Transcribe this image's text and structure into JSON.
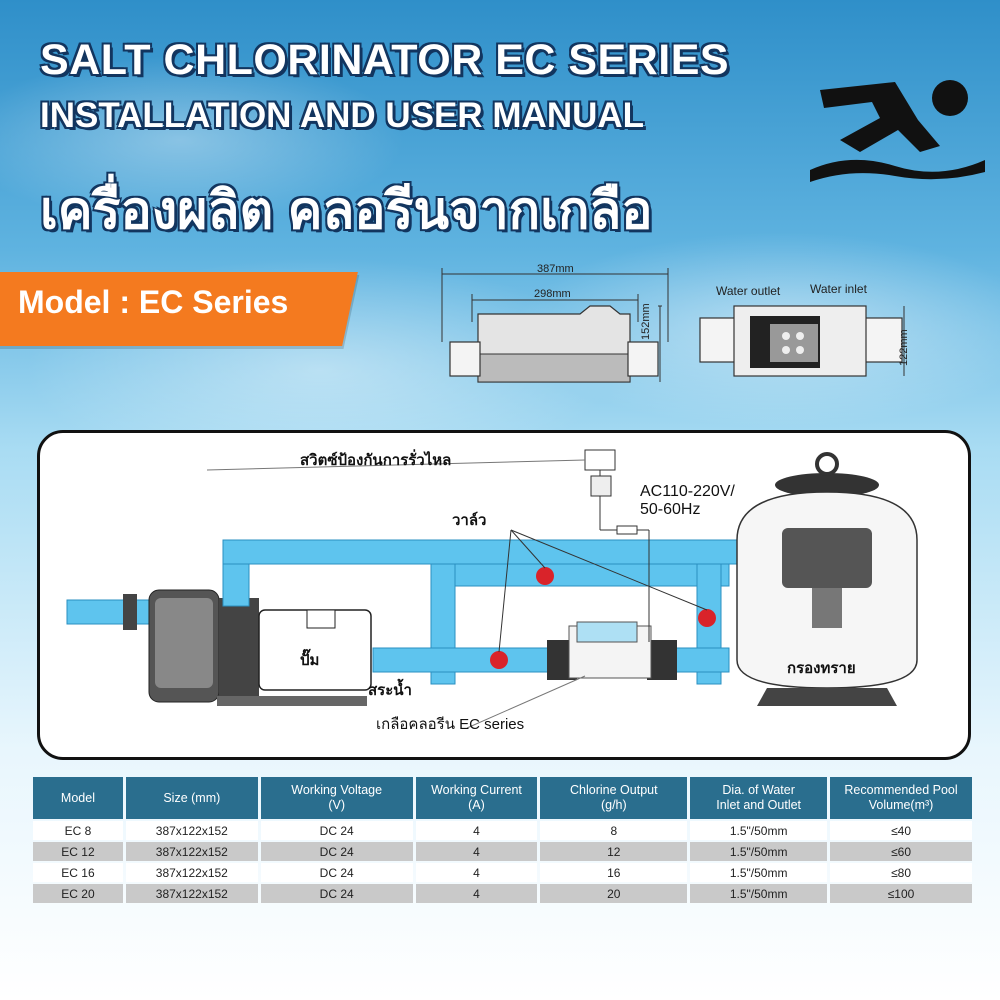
{
  "header": {
    "title": "SALT CHLORINATOR EC SERIES",
    "subtitle": "INSTALLATION AND USER MANUAL",
    "thai_title": "เครื่องผลิต คลอรีนจากเกลือ",
    "model_label": "Model : EC Series"
  },
  "dimensions": {
    "total_length": "387mm",
    "body_length": "298mm",
    "height": "152mm",
    "water_outlet": "Water outlet",
    "water_inlet": "Water inlet",
    "depth": "122mm"
  },
  "diagram": {
    "leak_switch": "สวิตซ์ป้องกันการรั่วไหล",
    "power_line1": "AC110-220V/",
    "power_line2": "50-60Hz",
    "valve": "วาล์ว",
    "pump": "ปั๊ม",
    "pool": "สระน้ำ",
    "sand_filter": "กรองทราย",
    "chlorinator": "เกลือคลอรีน EC series"
  },
  "table": {
    "headers": [
      [
        "Model"
      ],
      [
        "Size (mm)"
      ],
      [
        "Working Voltage",
        "(V)"
      ],
      [
        "Working Current",
        "(A)"
      ],
      [
        "Chlorine Output",
        "(g/h)"
      ],
      [
        "Dia. of Water",
        "Inlet and Outlet"
      ],
      [
        "Recommended Pool",
        "Volume(m³)"
      ]
    ],
    "rows": [
      [
        "EC 8",
        "387x122x152",
        "DC 24",
        "4",
        "8",
        "1.5\"/50mm",
        "≤40"
      ],
      [
        "EC 12",
        "387x122x152",
        "DC 24",
        "4",
        "12",
        "1.5\"/50mm",
        "≤60"
      ],
      [
        "EC 16",
        "387x122x152",
        "DC 24",
        "4",
        "16",
        "1.5\"/50mm",
        "≤80"
      ],
      [
        "EC 20",
        "387x122x152",
        "DC 24",
        "4",
        "20",
        "1.5\"/50mm",
        "≤100"
      ]
    ]
  },
  "colors": {
    "accent_orange": "#f47a1f",
    "title_outline": "#12355f",
    "table_header": "#2a6e8e",
    "pipe_blue": "#5ec4ee",
    "valve_red": "#d9232a"
  }
}
